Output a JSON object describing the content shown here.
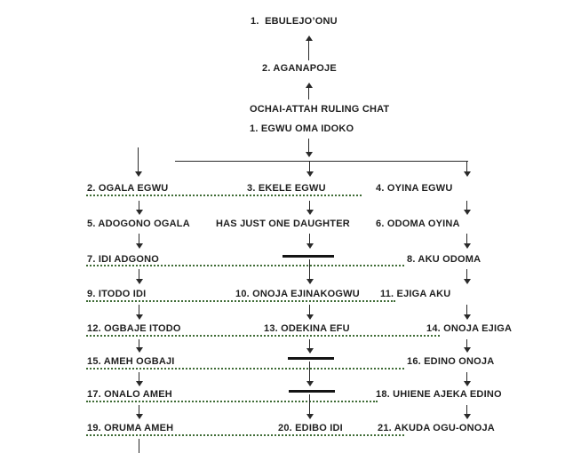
{
  "chart": {
    "ancestors": {
      "first": "1.  EBULEJO’ONU",
      "second": "2. AGANAPOJE"
    },
    "title": "OCHAI-ATTAH RULING CHAT",
    "root": "1. EGWU OMA IDOKO",
    "left_column": [
      "2. OGALA EGWU",
      "5. ADOGONO OGALA",
      "7. IDI ADGONO",
      "9. ITODO IDI",
      "12. OGBAJE ITODO",
      "15. AMEH OGBAJI",
      "17. ONALO AMEH",
      "19. ORUMA AMEH"
    ],
    "middle_column": [
      "3. EKELE EGWU",
      "HAS JUST ONE DAUGHTER",
      "10. ONOJA EJINAKOGWU",
      "13. ODEKINA EFU",
      "20. EDIBO IDI"
    ],
    "right_column": [
      "4. OYINA EGWU",
      "6. ODOMA OYINA",
      "8. AKU ODOMA",
      "11. EJIGA AKU",
      "14. ONOJA EJIGA",
      "16. EDINO ONOJA",
      "18. UHIENE AJEKA EDINO",
      "21. AKUDA OGU-ONOJA"
    ]
  },
  "colors": {
    "text": "#1f1f1f",
    "connector": "#2a2a2a",
    "dotted_line": "#3e6b35",
    "background": "#ffffff"
  }
}
